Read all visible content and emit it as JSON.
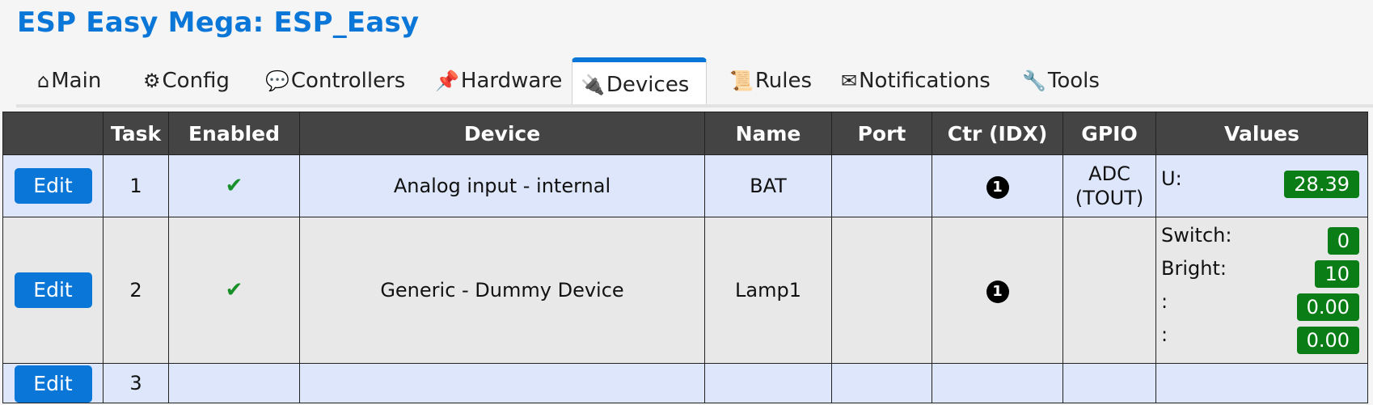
{
  "title": "ESP Easy Mega: ESP_Easy",
  "tabs": [
    {
      "icon": "⌂",
      "label": "Main",
      "name": "tab-main"
    },
    {
      "icon": "⚙",
      "label": "Config",
      "name": "tab-config"
    },
    {
      "icon": "💬",
      "label": "Controllers",
      "name": "tab-controllers"
    },
    {
      "icon": "📌",
      "label": "Hardware",
      "name": "tab-hardware"
    },
    {
      "icon": "🔌",
      "label": "Devices",
      "name": "tab-devices"
    },
    {
      "icon": "📜",
      "label": "Rules",
      "name": "tab-rules"
    },
    {
      "icon": "✉",
      "label": "Notifications",
      "name": "tab-notifications"
    },
    {
      "icon": "🔧",
      "label": "Tools",
      "name": "tab-tools"
    }
  ],
  "table": {
    "headers": [
      "",
      "Task",
      "Enabled",
      "Device",
      "Name",
      "Port",
      "Ctr (IDX)",
      "GPIO",
      "Values"
    ],
    "edit_label": "Edit",
    "check": "✔",
    "ctr_badge": "1",
    "rows": [
      {
        "task": "1",
        "enabled": true,
        "device": "Analog input - internal",
        "name": "BAT",
        "port": "",
        "ctr": "1",
        "gpio_line1": "ADC",
        "gpio_line2": "(TOUT)",
        "values": [
          {
            "label": "U:",
            "value": "28.39"
          }
        ]
      },
      {
        "task": "2",
        "enabled": true,
        "device": "Generic - Dummy Device",
        "name": "Lamp1",
        "port": "",
        "ctr": "1",
        "gpio_line1": "",
        "gpio_line2": "",
        "values": [
          {
            "label": "Switch:",
            "value": "0"
          },
          {
            "label": "Bright:",
            "value": "10"
          },
          {
            "label": ":",
            "value": "0.00"
          },
          {
            "label": ":",
            "value": "0.00"
          }
        ]
      },
      {
        "task": "3",
        "enabled": false,
        "device": "",
        "name": "",
        "port": "",
        "ctr": "",
        "gpio_line1": "",
        "gpio_line2": "",
        "values": []
      }
    ]
  }
}
